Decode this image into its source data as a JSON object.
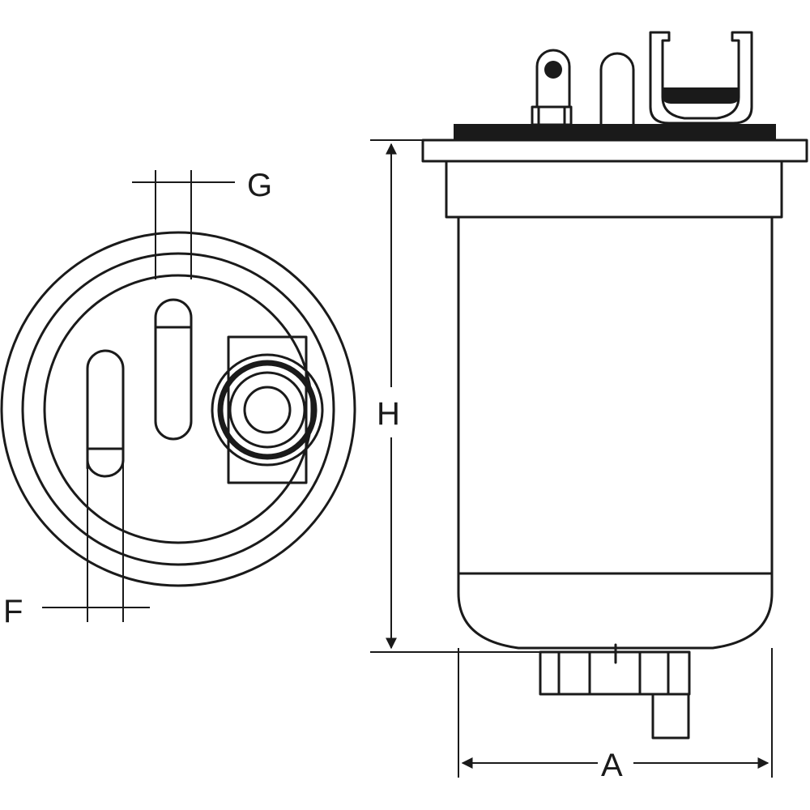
{
  "dimensions": {
    "height_label": "H",
    "width_label": "A",
    "outlet_label": "G",
    "inlet_label": "F"
  },
  "colors": {
    "line": "#1a1a1a",
    "background": "#ffffff"
  }
}
